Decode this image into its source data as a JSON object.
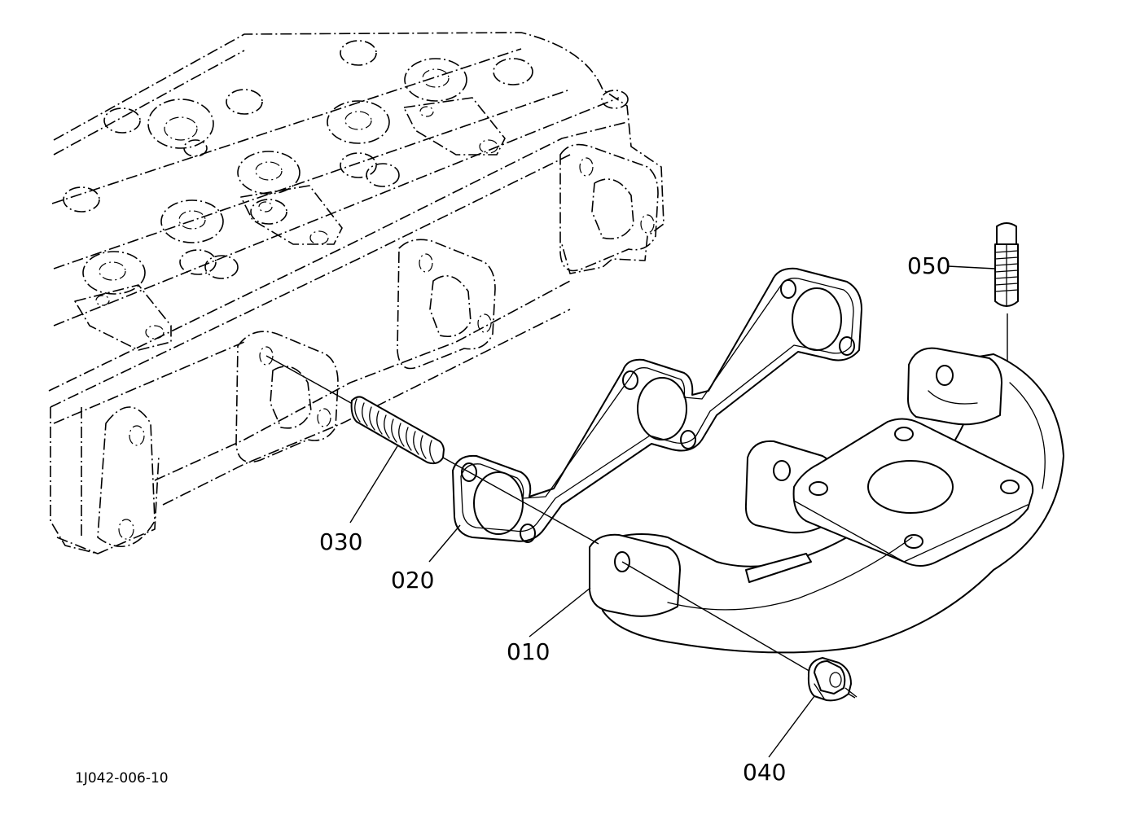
{
  "drawing_id": "1J042-006-10",
  "parts": [
    {
      "callout": "010",
      "icon": "exhaust-manifold"
    },
    {
      "callout": "020",
      "icon": "manifold-gasket"
    },
    {
      "callout": "030",
      "icon": "stud"
    },
    {
      "callout": "040",
      "icon": "flange-nut"
    },
    {
      "callout": "050",
      "icon": "stud"
    }
  ]
}
